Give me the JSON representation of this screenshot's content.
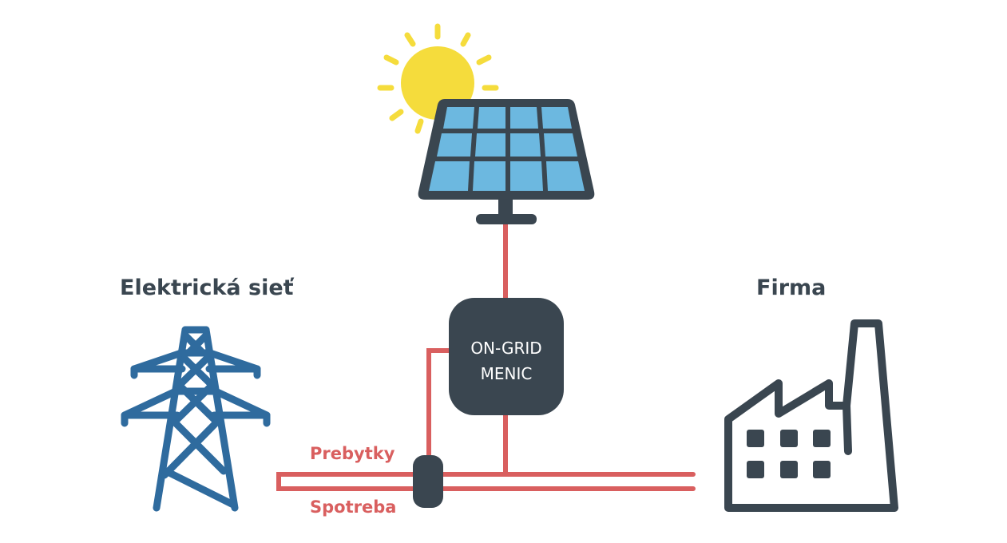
{
  "diagram": {
    "title": "On-grid solar system",
    "labels": {
      "grid": "Elektrická sieť",
      "company": "Firma",
      "surplus": "Prebytky",
      "consumption": "Spotreba"
    },
    "inverter": {
      "line1": "ON-GRID",
      "line2": "MENIC"
    },
    "nodes": [
      {
        "id": "sun",
        "icon": "sun-icon"
      },
      {
        "id": "solar-panel",
        "icon": "solar-panel-icon"
      },
      {
        "id": "inverter",
        "label": "ON-GRID MENIC"
      },
      {
        "id": "grid",
        "icon": "power-tower-icon",
        "label": "Elektrická sieť"
      },
      {
        "id": "meter",
        "icon": "meter-icon"
      },
      {
        "id": "company",
        "icon": "factory-icon",
        "label": "Firma"
      }
    ],
    "edges": [
      {
        "from": "solar-panel",
        "to": "inverter"
      },
      {
        "from": "inverter",
        "to": "meter"
      },
      {
        "from": "inverter",
        "to": "company"
      },
      {
        "from": "grid",
        "to": "company",
        "label": "Prebytky"
      },
      {
        "from": "company",
        "to": "grid",
        "label": "Spotreba"
      }
    ],
    "colors": {
      "line": "#d95f5f",
      "dark": "#3a4650",
      "tower": "#2f6b9e",
      "sun": "#f5dc3c",
      "panel_cell": "#6cb8e0"
    }
  }
}
